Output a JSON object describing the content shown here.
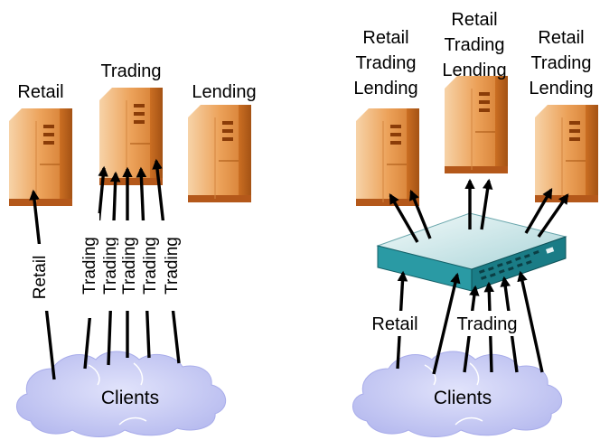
{
  "left": {
    "server_labels": [
      "Retail",
      "Trading",
      "Lending"
    ],
    "arrow_labels": [
      "Retail",
      "Trading",
      "Trading",
      "Trading",
      "Trading",
      "Trading"
    ],
    "cloud_label": "Clients"
  },
  "right": {
    "server_labels": [
      [
        "Retail",
        "Trading",
        "Lending"
      ],
      [
        "Retail",
        "Trading",
        "Lending"
      ],
      [
        "Retail",
        "Trading",
        "Lending"
      ]
    ],
    "arrow_labels": [
      "Retail",
      "Trading"
    ],
    "cloud_label": "Clients"
  },
  "colors": {
    "server_light": "#f6c48e",
    "server_mid": "#e99a4c",
    "server_dark": "#c86a1e",
    "switch_top": "#dfeff0",
    "switch_front": "#1e8c96",
    "cloud": "#c9ccf2",
    "cloud_edge": "#a8acea"
  }
}
